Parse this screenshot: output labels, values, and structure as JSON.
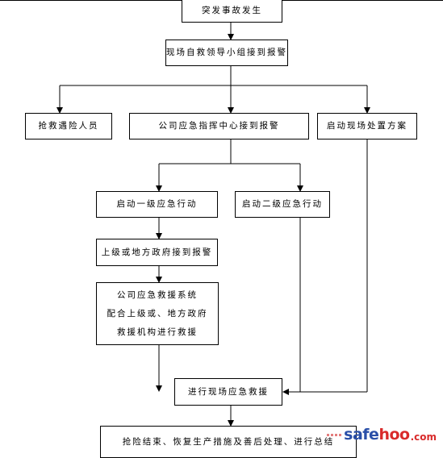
{
  "flowchart": {
    "nodes": {
      "incident": "突发事故发生",
      "site_leader": "现场自救领导小组接到报警",
      "rescue_personnel": "抢救遇险人员",
      "command_center": "公司应急指挥中心接到报警",
      "site_plan": "启动现场处置方案",
      "level1": "启动一级应急行动",
      "level2": "启动二级应急行动",
      "superior_report": "上级或地方政府接到报警",
      "system_coord": "公司应急救援系统\n配合上级或、地方政府\n救援机构进行救援",
      "field_rescue": "进行现场应急救援",
      "final": "抢险结束、恢复生产措施及善后处理、进行总结"
    }
  },
  "watermark": {
    "part1": "safe",
    "part2": "hoo",
    "suffix": ".com"
  }
}
